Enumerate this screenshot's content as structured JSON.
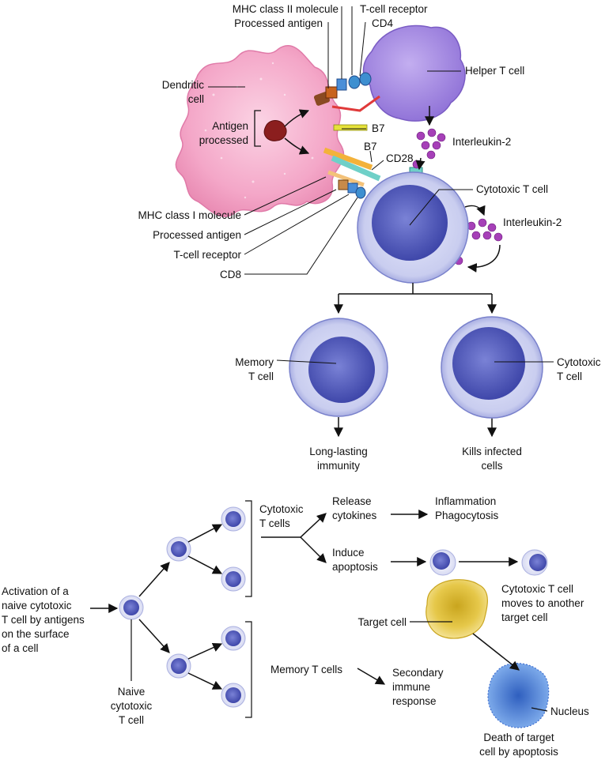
{
  "colors": {
    "dendritic": "#f4a7c8",
    "helper": "#a88be0",
    "cytotoxic_outer": "#c9cdef",
    "cytotoxic_nucleus": "#4d55b8",
    "interleukin": "#a640b8",
    "target": "#e6c84a",
    "apoptotic": "#5a8fe0",
    "line": "#111111"
  },
  "top": {
    "mhc2": "MHC class II molecule",
    "tcr_top": "T-cell receptor",
    "processed_antigen_top": "Processed antigen",
    "cd4": "CD4",
    "dendritic_l1": "Dendritic",
    "dendritic_l2": "cell",
    "helper": "Helper T cell",
    "antigen_l1": "Antigen",
    "antigen_l2": "processed",
    "b7_a": "B7",
    "b7_b": "B7",
    "interleukin_a": "Interleukin-2",
    "cd28": "CD28",
    "cytotoxic_main": "Cytotoxic T cell",
    "interleukin_b": "Interleukin-2",
    "mhc1": "MHC class I molecule",
    "processed_antigen_bottom": "Processed antigen",
    "tcr_bottom": "T-cell receptor",
    "cd8": "CD8"
  },
  "middle": {
    "memory_l1": "Memory",
    "memory_l2": "T cell",
    "cytotoxic_l1": "Cytotoxic",
    "cytotoxic_l2": "T cell",
    "long_l1": "Long-lasting",
    "long_l2": "immunity",
    "kills_l1": "Kills infected",
    "kills_l2": "cells"
  },
  "bottom": {
    "activation": [
      "Activation of a",
      "naive cytotoxic",
      "T cell by antigens",
      "on the surface",
      "of a cell"
    ],
    "naive": [
      "Naive",
      "cytotoxic",
      "T cell"
    ],
    "cytotoxic_group": [
      "Cytotoxic",
      "T cells"
    ],
    "release": [
      "Release",
      "cytokines"
    ],
    "inflammation": [
      "Inflammation",
      "Phagocytosis"
    ],
    "induce": [
      "Induce",
      "apoptosis"
    ],
    "moves": [
      "Cytotoxic T cell",
      "moves to another",
      "target cell"
    ],
    "target": "Target cell",
    "memory_cells": "Memory T cells",
    "secondary": [
      "Secondary",
      "immune",
      "response"
    ],
    "nucleus": "Nucleus",
    "death": [
      "Death of target",
      "cell by apoptosis"
    ]
  }
}
